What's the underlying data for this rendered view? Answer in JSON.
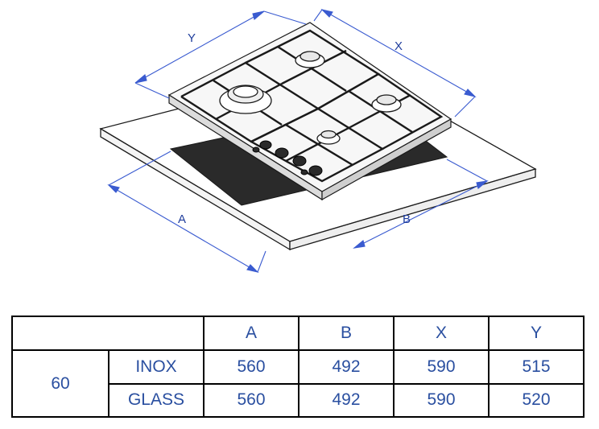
{
  "drawing": {
    "dimension_labels": {
      "y": "Y",
      "x": "X",
      "a": "A",
      "b": "B"
    },
    "colors": {
      "dimension_line": "#3a5bd0",
      "outline": "#1a1a1a",
      "table_text": "#2a4fa0"
    }
  },
  "table": {
    "headers": [
      "A",
      "B",
      "X",
      "Y"
    ],
    "size": "60",
    "rows": [
      {
        "material": "INOX",
        "values": [
          "560",
          "492",
          "590",
          "515"
        ]
      },
      {
        "material": "GLASS",
        "values": [
          "560",
          "492",
          "590",
          "520"
        ]
      }
    ]
  }
}
